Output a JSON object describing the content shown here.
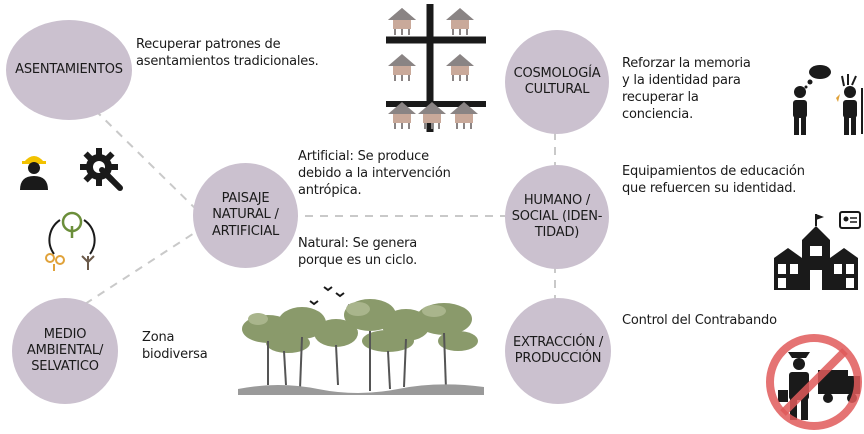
{
  "colors": {
    "node_fill": "#cbc1cf",
    "connector": "#c9c9c9",
    "icon_dark": "#1a1a1a",
    "hut": "#8a8484",
    "hut_light": "#c9a99a",
    "cycle_orange": "#e0a23a",
    "cycle_green": "#6b8e3a",
    "forest": "#8a9a6b",
    "no_sign": "#e05a5a"
  },
  "nodes": {
    "asentamientos": "ASENTAMIENTOS",
    "cosmologia": "COSMOLOGÍA\nCULTURAL",
    "paisaje": "PAISAJE\nNATURAL /\nARTIFICIAL",
    "humano": "HUMANO /\nSOCIAL (IDEN-\nTIDAD)",
    "medio": "MEDIO\nAMBIENTAL/\nSELVATICO",
    "extraccion": "EXTRACCIÓN /\nPRODUCCIÓN"
  },
  "texts": {
    "asentamientos_desc": "Recuperar patrones de\nasentamientos tradicionales.",
    "cosmologia_desc": "Reforzar la memoria\ny la identidad para\nrecuperar la\nconciencia.",
    "artificial_desc": "Artificial: Se produce\ndebido a la intervención\nantrópica.",
    "natural_desc": "Natural: Se genera\nporque es un ciclo.",
    "humano_desc": "Equipamientos de educación\nque refuercen su identidad.",
    "medio_desc": "Zona\nbiodiversa",
    "extraccion_desc": "Control del Contrabando"
  },
  "icons": {
    "settlement": "hut-grid-icon",
    "worker": "worker-icon",
    "gear": "gear-wrench-icon",
    "cycle": "plant-cycle-icon",
    "people": "people-thinking-icon",
    "school": "school-building-icon",
    "forest": "forest-birds-icon",
    "no_smuggling": "no-smuggling-icon"
  }
}
